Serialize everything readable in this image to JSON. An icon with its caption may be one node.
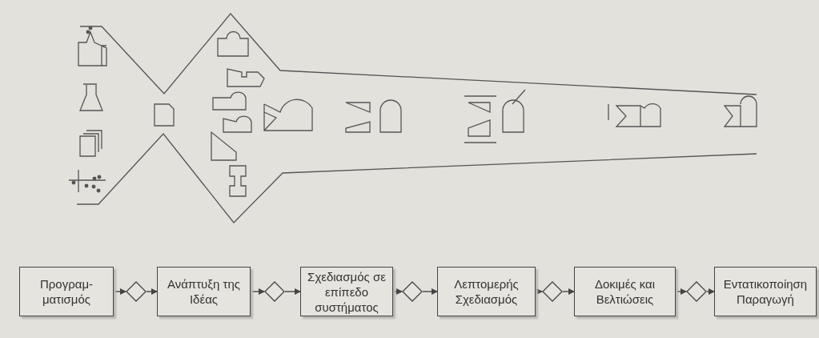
{
  "diagram": {
    "nodes": [
      {
        "text": [
          "Προγραμ-ματισμός"
        ]
      },
      {
        "text": [],
        "shape": "diamond"
      },
      {
        "text": [
          "Ανάπτυξη της Ιδέας"
        ]
      },
      {
        "text": [],
        "shape": "diamond"
      },
      {
        "text": [
          "Σχεδιασμός σε επίπεδο συστήματος"
        ]
      },
      {
        "text": [],
        "shape": "diamond"
      },
      {
        "text": [
          "Λεπτομερής Σχεδιασμός"
        ]
      },
      {
        "text": [],
        "shape": "diamond"
      },
      {
        "text": [
          "Δοκιμές και Βελτιώσεις"
        ]
      },
      {
        "text": [],
        "shape": "diamond"
      },
      {
        "text": [
          "Εντατικοποίηση Παραγωγή"
        ]
      }
    ],
    "edges": [
      {
        "from": 0,
        "to": 1,
        "arrow": "to"
      },
      {
        "from": 1,
        "to": 2,
        "arrow": "to"
      },
      {
        "from": 2,
        "to": 3,
        "arrow": "to"
      },
      {
        "from": 3,
        "to": 4,
        "arrow": "to"
      },
      {
        "from": 4,
        "to": 5,
        "arrow": "to"
      },
      {
        "from": 5,
        "to": 6,
        "arrow": "to"
      },
      {
        "from": 6,
        "to": 7,
        "arrow": "to"
      },
      {
        "from": 7,
        "to": 8,
        "arrow": "to"
      },
      {
        "from": 8,
        "to": 9,
        "arrow": "to"
      },
      {
        "from": 9,
        "to": 10,
        "arrow": "to"
      }
    ]
  }
}
